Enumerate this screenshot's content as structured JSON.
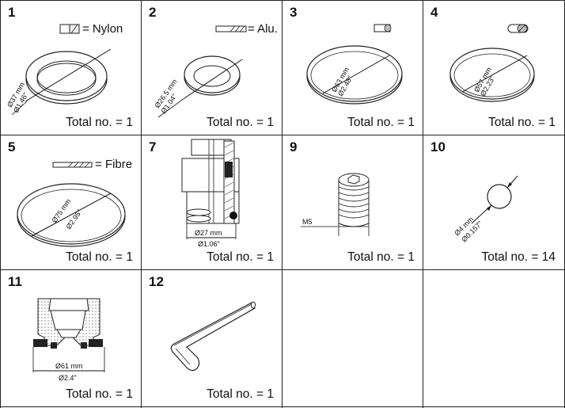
{
  "parts": [
    {
      "number": "1",
      "legend": "= Nylon",
      "dim_mm": "Ø37 mm",
      "dim_in": "Ø1.46\"",
      "total": "Total no. = 1"
    },
    {
      "number": "2",
      "legend": "= Alu.",
      "dim_mm": "Ø26.5 mm",
      "dim_in": "Ø1.04\"",
      "total": "Total no. = 1"
    },
    {
      "number": "3",
      "dim_mm": "Ø63 mm",
      "dim_in": "Ø2.48\"",
      "total": "Total no. = 1"
    },
    {
      "number": "4",
      "dim_mm": "Ø57 mm",
      "dim_in": "Ø2.23\"",
      "total": "Total no. = 1"
    },
    {
      "number": "5",
      "legend": "= Fibre",
      "dim_mm": "Ø75 mm",
      "dim_in": "Ø2.95\"",
      "total": "Total no. = 1"
    },
    {
      "number": "7",
      "dim_mm": "Ø27 mm",
      "dim_in": "Ø1.06\"",
      "total": "Total no. = 1"
    },
    {
      "number": "9",
      "dim_mm": "M5",
      "total": "Total no. = 1"
    },
    {
      "number": "10",
      "dim_mm": "Ø4 mm",
      "dim_in": "Ø0.157\"",
      "total": "Total no. = 14"
    },
    {
      "number": "11",
      "dim_mm": "Ø61 mm",
      "dim_in": "Ø2.4\"",
      "total": "Total no. = 1"
    },
    {
      "number": "12",
      "total": "Total no. = 1"
    }
  ]
}
